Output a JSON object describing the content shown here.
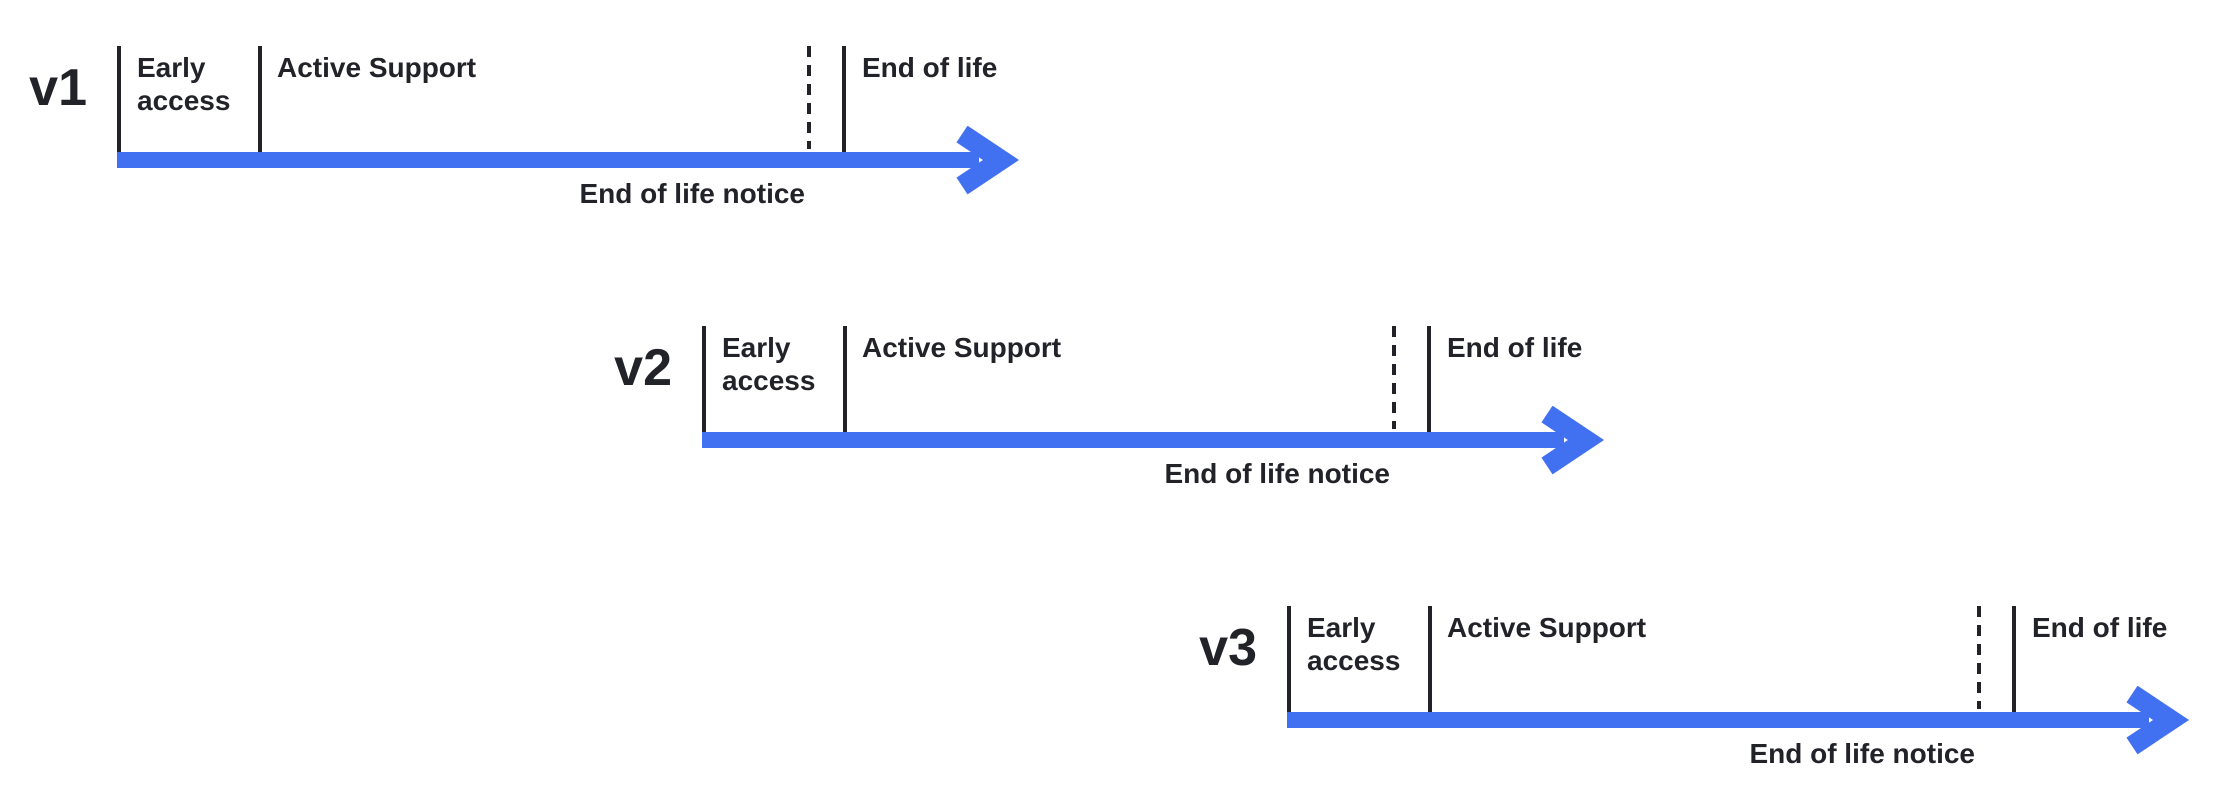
{
  "diagram": {
    "colors": {
      "arrow": "#4170F0",
      "ink": "#222329"
    },
    "rows": [
      {
        "version": "v1",
        "phases": {
          "early_access": "Early access",
          "active_support": "Active Support",
          "end_of_life": "End of life"
        },
        "notice": "End of life notice"
      },
      {
        "version": "v2",
        "phases": {
          "early_access": "Early access",
          "active_support": "Active Support",
          "end_of_life": "End of life"
        },
        "notice": "End of life notice"
      },
      {
        "version": "v3",
        "phases": {
          "early_access": "Early access",
          "active_support": "Active Support",
          "end_of_life": "End of life"
        },
        "notice": "End of life notice"
      }
    ]
  }
}
